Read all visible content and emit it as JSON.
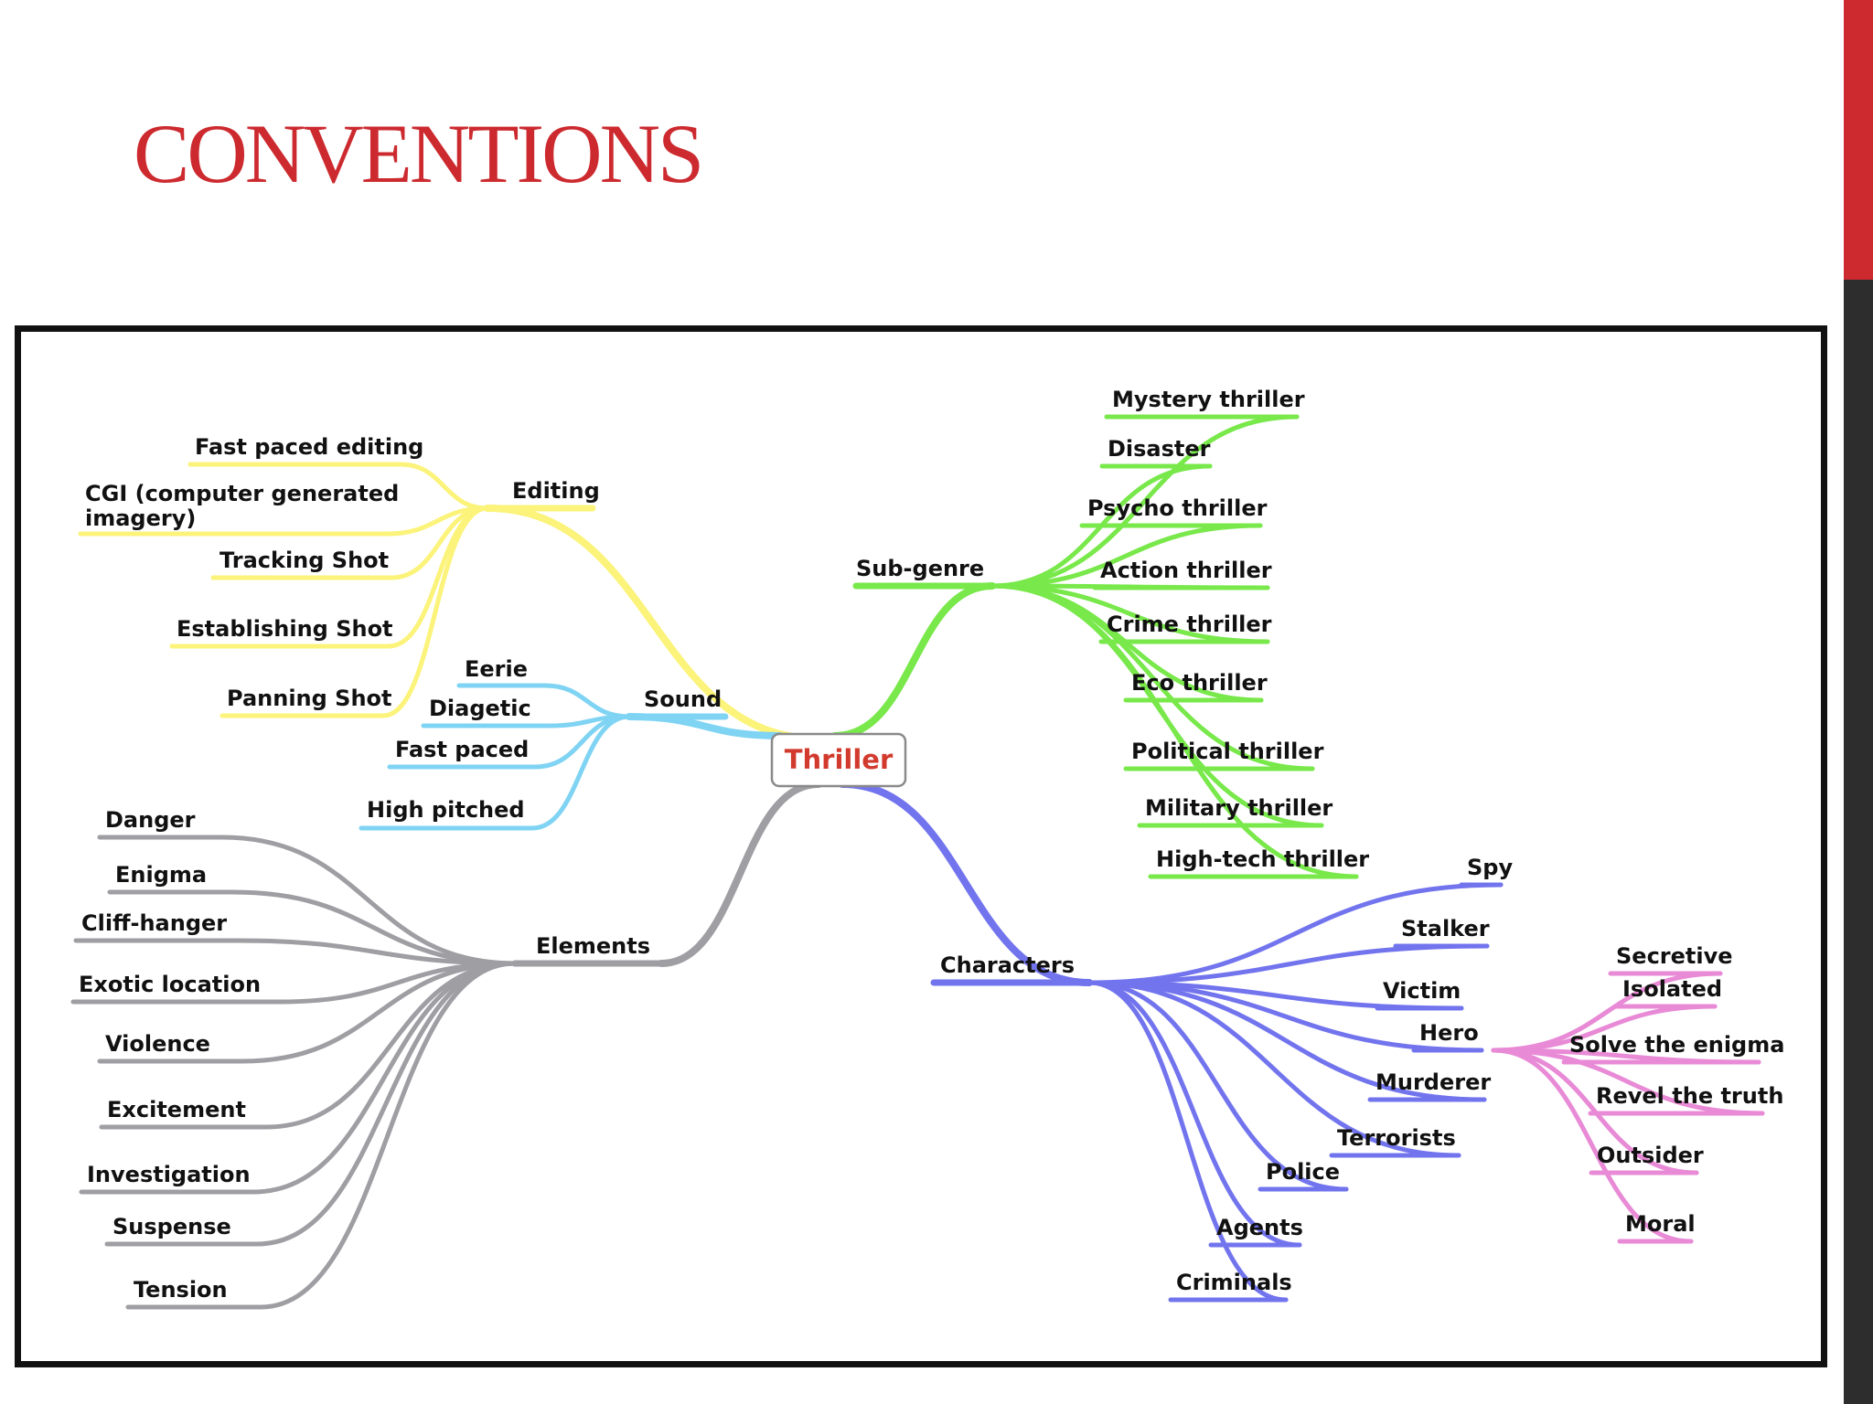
{
  "slide": {
    "title": "CONVENTIONS"
  },
  "mindmap": {
    "root": "Thriller",
    "colors": {
      "editing": "#fbf37a",
      "sound": "#7fd3f3",
      "subgenre": "#78e84a",
      "characters": "#7274ee",
      "elements": "#9e9ea3",
      "hero": "#e88ad6",
      "root_text": "#d23a2e",
      "accent": "#cc2a2f"
    },
    "editing": {
      "label": "Editing",
      "children": [
        "Fast paced editing",
        "CGI (computer generated",
        "imagery)",
        "Tracking Shot",
        "Establishing Shot",
        "Panning Shot"
      ]
    },
    "sound": {
      "label": "Sound",
      "children": [
        "Eerie",
        "Diagetic",
        "Fast paced",
        "High pitched"
      ]
    },
    "elements": {
      "label": "Elements",
      "children": [
        "Danger",
        "Enigma",
        "Cliff-hanger",
        "Exotic location",
        "Violence",
        "Excitement",
        "Investigation",
        "Suspense",
        "Tension"
      ]
    },
    "subgenre": {
      "label": "Sub-genre",
      "children": [
        "Mystery thriller",
        "Disaster",
        "Psycho thriller",
        "Action thriller",
        "Crime thriller",
        "Eco thriller",
        "Political thriller",
        "Military thriller",
        "High-tech thriller"
      ]
    },
    "characters": {
      "label": "Characters",
      "children": [
        "Spy",
        "Stalker",
        "Victim",
        "Hero",
        "Murderer",
        "Terrorists",
        "Police",
        "Agents",
        "Criminals"
      ]
    },
    "hero": {
      "children": [
        "Secretive",
        "Isolated",
        "Solve the enigma",
        "Revel the truth",
        "Outsider",
        "Moral"
      ]
    }
  }
}
